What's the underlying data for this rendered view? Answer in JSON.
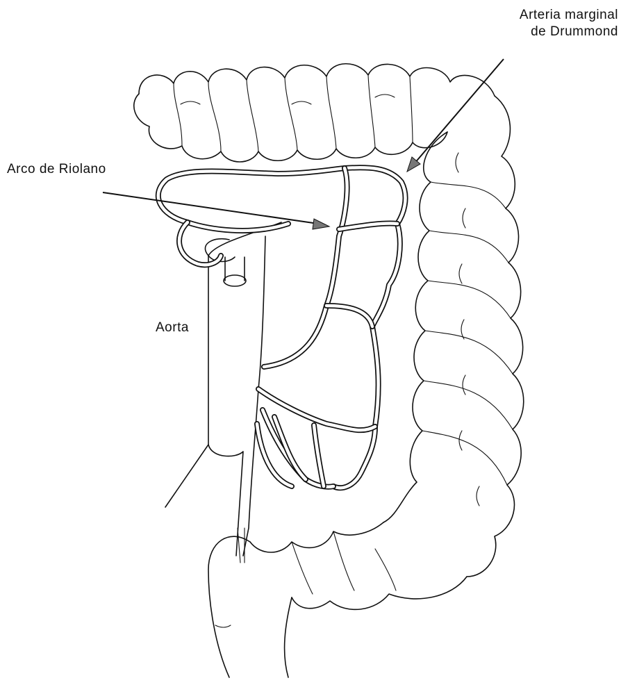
{
  "labels": {
    "drummond_line1": "Arteria marginal",
    "drummond_line2": "de Drummond",
    "riolano": "Arco de Riolano",
    "aorta": "Aorta"
  }
}
